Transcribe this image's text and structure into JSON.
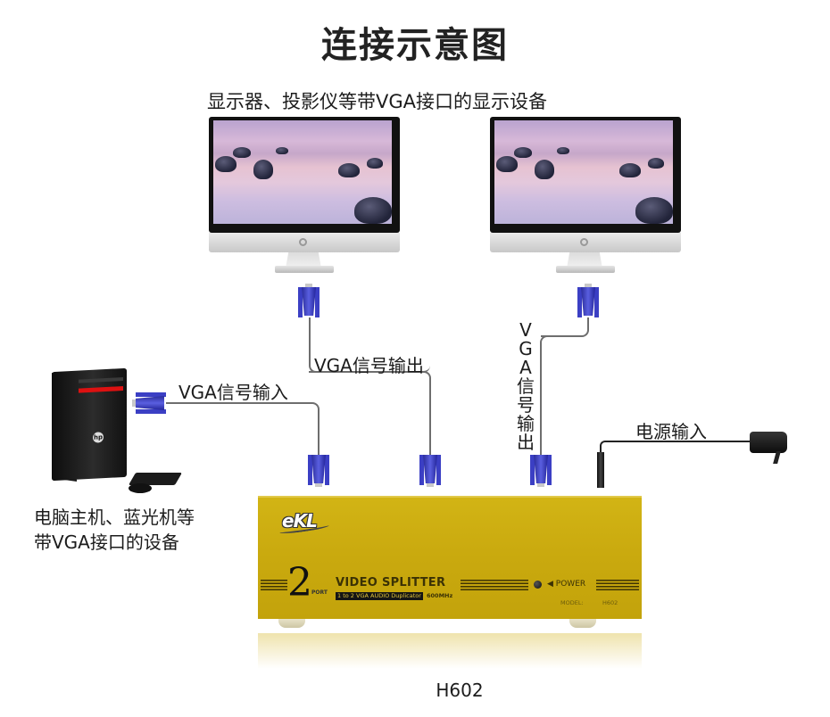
{
  "title": "连接示意图",
  "displays_caption": "显示器、投影仪等带VGA接口的显示设备",
  "source_caption": {
    "line1": "电脑主机、蓝光机等",
    "line2": "带VGA接口的设备"
  },
  "labels": {
    "vga_input": "VGA信号输入",
    "vga_output_1": "VGA信号输出",
    "vga_output_2": "VGA信号输出",
    "power_input": "电源输入"
  },
  "device": {
    "brand": "eKL",
    "port_count": "2",
    "port_word": "PORT",
    "product_name": "VIDEO SPLITTER",
    "product_subtitle": "1 to 2 VGA AUDIO Duplicator",
    "frequency": "600MHz",
    "power_label": "◀ POWER",
    "model_key": "MODEL:",
    "model_value": "H602",
    "body_color": "#c9a90e"
  },
  "model_caption": "H602",
  "icons": {
    "monitor": "monitor-icon",
    "pc": "desktop-tower-icon",
    "vga": "vga-connector-icon",
    "adapter": "power-adapter-icon"
  }
}
